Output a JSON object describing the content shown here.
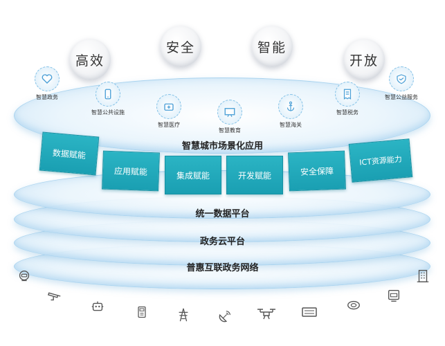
{
  "values": [
    "高效",
    "安全",
    "智能",
    "开放"
  ],
  "apps": [
    {
      "label": "智慧政务",
      "icon": "heart-icon"
    },
    {
      "label": "智慧公共设施",
      "icon": "phone-icon"
    },
    {
      "label": "智慧医疗",
      "icon": "medical-kit-icon"
    },
    {
      "label": "智慧教育",
      "icon": "blackboard-icon"
    },
    {
      "label": "智慧海关",
      "icon": "anchor-icon"
    },
    {
      "label": "智慧税务",
      "icon": "receipt-icon"
    },
    {
      "label": "智慧公益服务",
      "icon": "handshake-icon"
    }
  ],
  "layers": {
    "application": "智慧城市场景化应用",
    "data": "统一数据平台",
    "cloud": "政务云平台",
    "network": "普惠互联政务网络"
  },
  "capabilities": [
    "数据赋能",
    "应用赋能",
    "集成赋能",
    "开发赋能",
    "安全保障",
    "ICT资源能力"
  ],
  "devices": [
    {
      "icon": "robot-head-icon"
    },
    {
      "icon": "camera-icon"
    },
    {
      "icon": "robot-icon"
    },
    {
      "icon": "meter-icon"
    },
    {
      "icon": "power-tower-icon"
    },
    {
      "icon": "satellite-dish-icon"
    },
    {
      "icon": "drone-icon"
    },
    {
      "icon": "panel-icon"
    },
    {
      "icon": "sensor-icon"
    },
    {
      "icon": "monitor-icon"
    },
    {
      "icon": "building-icon"
    }
  ],
  "colors": {
    "teal": "#1fa8b8",
    "disc_edge": "#a9d3ef",
    "icon_blue": "#4a9fd6"
  }
}
